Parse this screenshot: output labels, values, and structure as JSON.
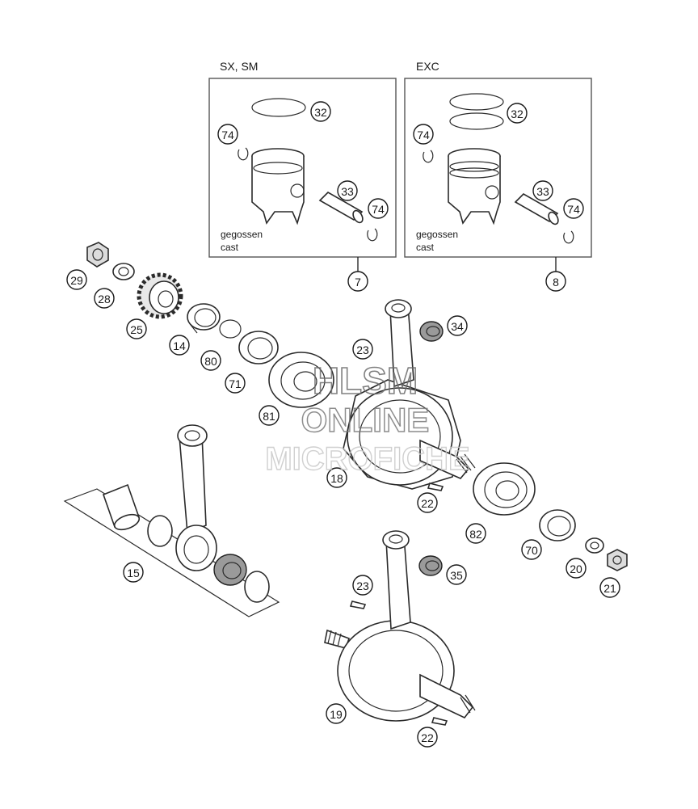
{
  "boxes": {
    "left_title": "SX, SM",
    "right_title": "EXC",
    "left_note_line1": "gegossen",
    "left_note_line2": "cast",
    "right_note_line1": "gegossen",
    "right_note_line2": "cast"
  },
  "callouts": [
    "32",
    "74",
    "33",
    "74",
    "7",
    "32",
    "74",
    "33",
    "74",
    "8",
    "29",
    "28",
    "25",
    "14",
    "80",
    "71",
    "81",
    "23",
    "34",
    "18",
    "22",
    "82",
    "70",
    "20",
    "21",
    "15",
    "23",
    "35",
    "19",
    "22"
  ],
  "watermark": {
    "line1": "HLSM",
    "line2": "ONLINE",
    "line3": "MICROFICHE"
  }
}
